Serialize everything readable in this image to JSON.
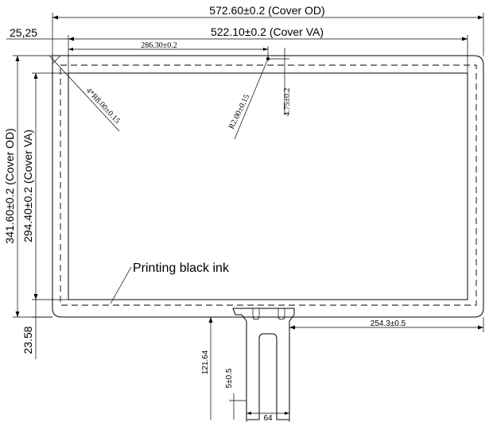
{
  "dimensions": {
    "cover_od_width": "572.60±0.2 (Cover OD)",
    "cover_va_width": "522.10±0.2 (Cover VA)",
    "left_offset": "25,25",
    "hole_position": "286.30±0.2",
    "hole_spec": "4*R8.00±0.15",
    "corner_radius": "R2.00±0.15",
    "hole_offset": "4.75±0.2",
    "cover_od_height": "341.60±0.2 (Cover OD)",
    "cover_va_height": "294.40±0.2 (Cover VA)",
    "bottom_offset": "23.58",
    "fpc_position": "254.3±0.5",
    "fpc_length": "121.64",
    "fpc_slot": "5±0.5",
    "fpc_width": "64"
  },
  "notes": {
    "printing_label": "Printing black ink"
  }
}
